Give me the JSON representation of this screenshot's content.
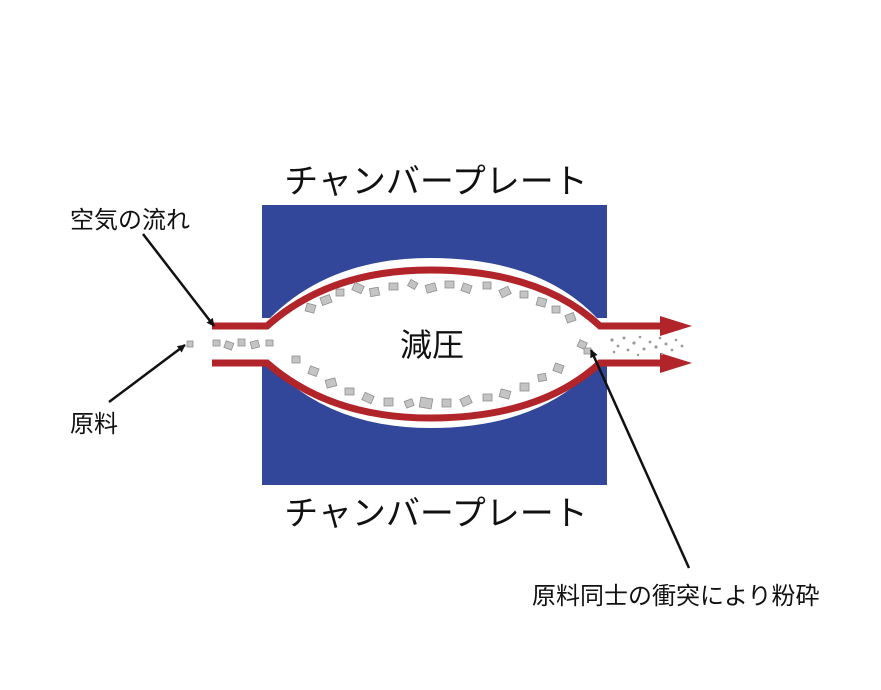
{
  "labels": {
    "chamber_top": "チャンバープレート",
    "chamber_bottom": "チャンバープレート",
    "center": "減圧",
    "air_flow": "空気の流れ",
    "material": "原料",
    "collision": "原料同士の衝突により粉砕"
  },
  "colors": {
    "chamber": "#33479a",
    "flow_line": "#b0242a",
    "chamber_inner": "#ffffff",
    "particle": "#bdbdbd",
    "text": "#111111"
  }
}
